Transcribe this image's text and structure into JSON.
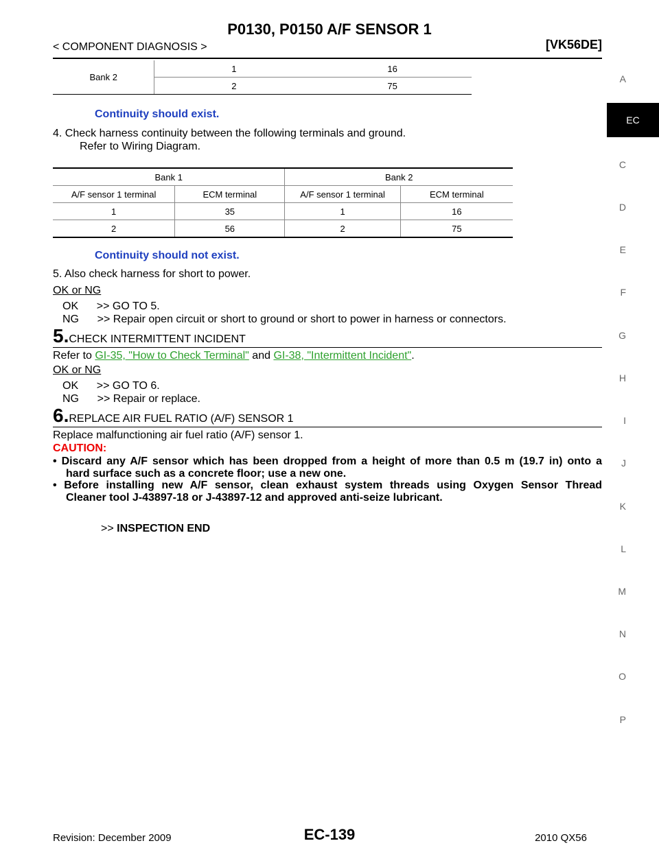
{
  "header": {
    "title": "P0130, P0150 A/F SENSOR 1",
    "section": "< COMPONENT DIAGNOSIS >",
    "engine": "[VK56DE]"
  },
  "sidebar": {
    "letters": [
      "A",
      "C",
      "D",
      "E",
      "F",
      "G",
      "H",
      "I",
      "J",
      "K",
      "L",
      "M",
      "N",
      "O",
      "P"
    ],
    "active": "EC"
  },
  "table_top": {
    "label": "Bank 2",
    "rows": [
      [
        "1",
        "16"
      ],
      [
        "2",
        "75"
      ]
    ]
  },
  "continuity_exist": "Continuity should exist.",
  "step4": {
    "text": "4.  Check harness continuity between the following terminals and ground.",
    "sub": "Refer to Wiring Diagram."
  },
  "table_mid": {
    "group_headers": [
      "Bank 1",
      "Bank 2"
    ],
    "col_headers": [
      "A/F sensor 1 terminal",
      "ECM terminal",
      "A/F sensor 1 terminal",
      "ECM terminal"
    ],
    "rows": [
      [
        "1",
        "35",
        "1",
        "16"
      ],
      [
        "2",
        "56",
        "2",
        "75"
      ]
    ]
  },
  "continuity_not_exist": "Continuity should not exist.",
  "step5_check": "5.  Also check harness for short to power.",
  "ok_ng_1": {
    "label": "OK or NG",
    "ok": "OK      >> GO TO 5.",
    "ng": "NG      >> Repair open circuit or short to ground or short to power in harness or connectors."
  },
  "step_5": {
    "num": "5.",
    "title": "CHECK INTERMITTENT INCIDENT",
    "refer_prefix": "Refer to ",
    "link1": "GI-35, \"How to Check Terminal\"",
    "and": " and ",
    "link2": "GI-38, \"Intermittent Incident\"",
    "period": "."
  },
  "ok_ng_2": {
    "label": "OK or NG",
    "ok": "OK      >> GO TO 6.",
    "ng": "NG      >> Repair or replace."
  },
  "step_6": {
    "num": "6.",
    "title": "REPLACE AIR FUEL RATIO (A/F) SENSOR 1",
    "text": "Replace malfunctioning air fuel ratio (A/F) sensor 1.",
    "caution": "CAUTION:",
    "bullet1_a": "Discard any A/F sensor which has been dropped from a height of more than 0.5 m (19.7 in) onto a",
    "bullet1_b": "hard surface such as a concrete floor; use a new one.",
    "bullet2_a": "Before installing new A/F sensor, clean exhaust system threads using Oxygen Sensor Thread",
    "bullet2_b": "Cleaner tool J-43897-18 or J-43897-12 and approved anti-seize lubricant."
  },
  "end": {
    "arrow": ">>",
    "label": "INSPECTION END"
  },
  "footer": {
    "page": "EC-139",
    "revision": "Revision: December 2009",
    "model": "2010 QX56"
  }
}
